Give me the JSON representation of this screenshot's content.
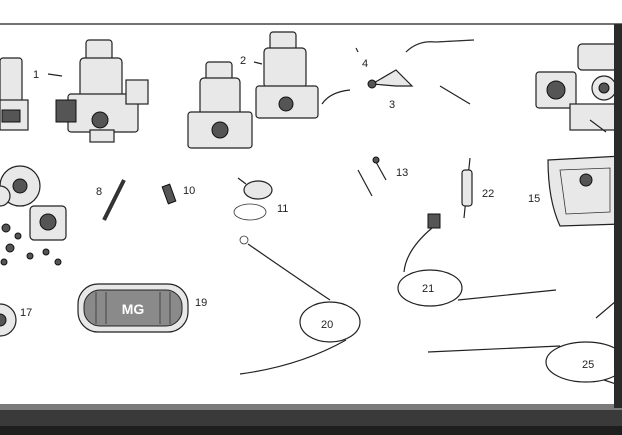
{
  "callouts": {
    "c1": "1",
    "c2": "2",
    "c3": "3",
    "c4": "4",
    "c8": "8",
    "c10": "10",
    "c11": "11",
    "c13": "13",
    "c15": "15",
    "c17": "17",
    "c19": "19",
    "c20": "20",
    "c21": "21",
    "c22": "22",
    "c25": "25"
  },
  "emblem": {
    "text": "MG"
  },
  "colors": {
    "ink": "#222222",
    "paper": "#ffffff",
    "frame": "#3a3a3a"
  }
}
